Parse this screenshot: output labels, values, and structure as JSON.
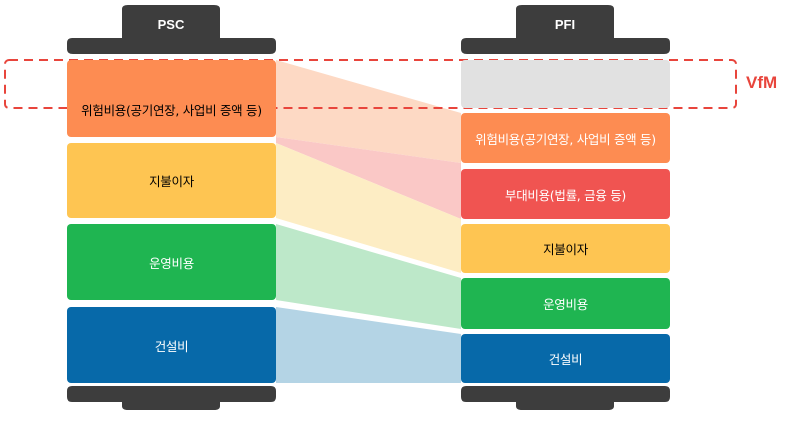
{
  "columns": {
    "left": {
      "label": "PSC"
    },
    "right": {
      "label": "PFI"
    }
  },
  "annotation": {
    "label": "VfM"
  },
  "psc_blocks": [
    {
      "label": "위험비용(공기연장, 사업비 증액 등)",
      "color": "#fd8c52"
    },
    {
      "label": "지불이자",
      "color": "#fec552"
    },
    {
      "label": "운영비용",
      "color": "#1fb551"
    },
    {
      "label": "건설비",
      "color": "#0769a9"
    }
  ],
  "pfi_blocks": [
    {
      "label": "",
      "color": "#e1e1e1"
    },
    {
      "label": "위험비용(공기연장, 사업비 증액 등)",
      "color": "#fd8c52"
    },
    {
      "label": "부대비용(법률, 금융 등)",
      "color": "#f05451"
    },
    {
      "label": "지불이자",
      "color": "#fec552"
    },
    {
      "label": "운영비용",
      "color": "#1fb551"
    },
    {
      "label": "건설비",
      "color": "#0769a9"
    }
  ],
  "flow_colors": {
    "risk": "#fdd9c4",
    "fee": "#fac8c6",
    "interest": "#fdedc4",
    "operation": "#bde8c9",
    "construction": "#b4d4e5"
  },
  "cap_color": "#3d3d3d",
  "dash_color": "#e8453c"
}
